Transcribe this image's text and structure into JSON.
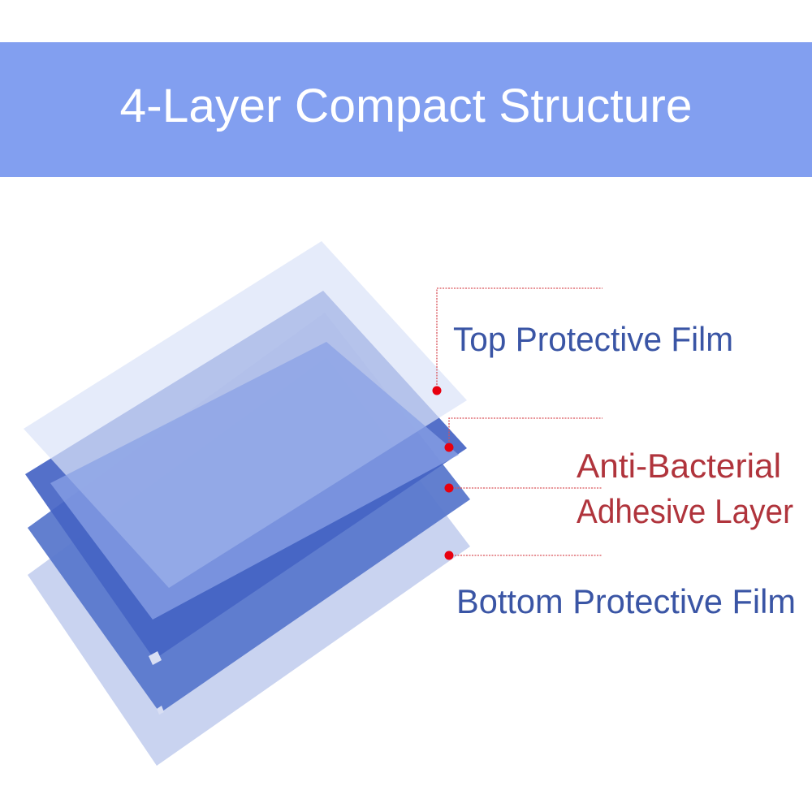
{
  "header": {
    "title": "4-Layer Compact Structure"
  },
  "labels": {
    "top_film": "Top Protective Film",
    "adhesive_line1": "Anti-Bacterial",
    "adhesive_line2": "Adhesive Layer",
    "bottom_film": "Bottom Protective Film"
  },
  "colors": {
    "header_bg": "#829ff0",
    "film_label": "#3a55a5",
    "adhesive_label": "#b0343c",
    "leader_dot": "#e8000f"
  }
}
